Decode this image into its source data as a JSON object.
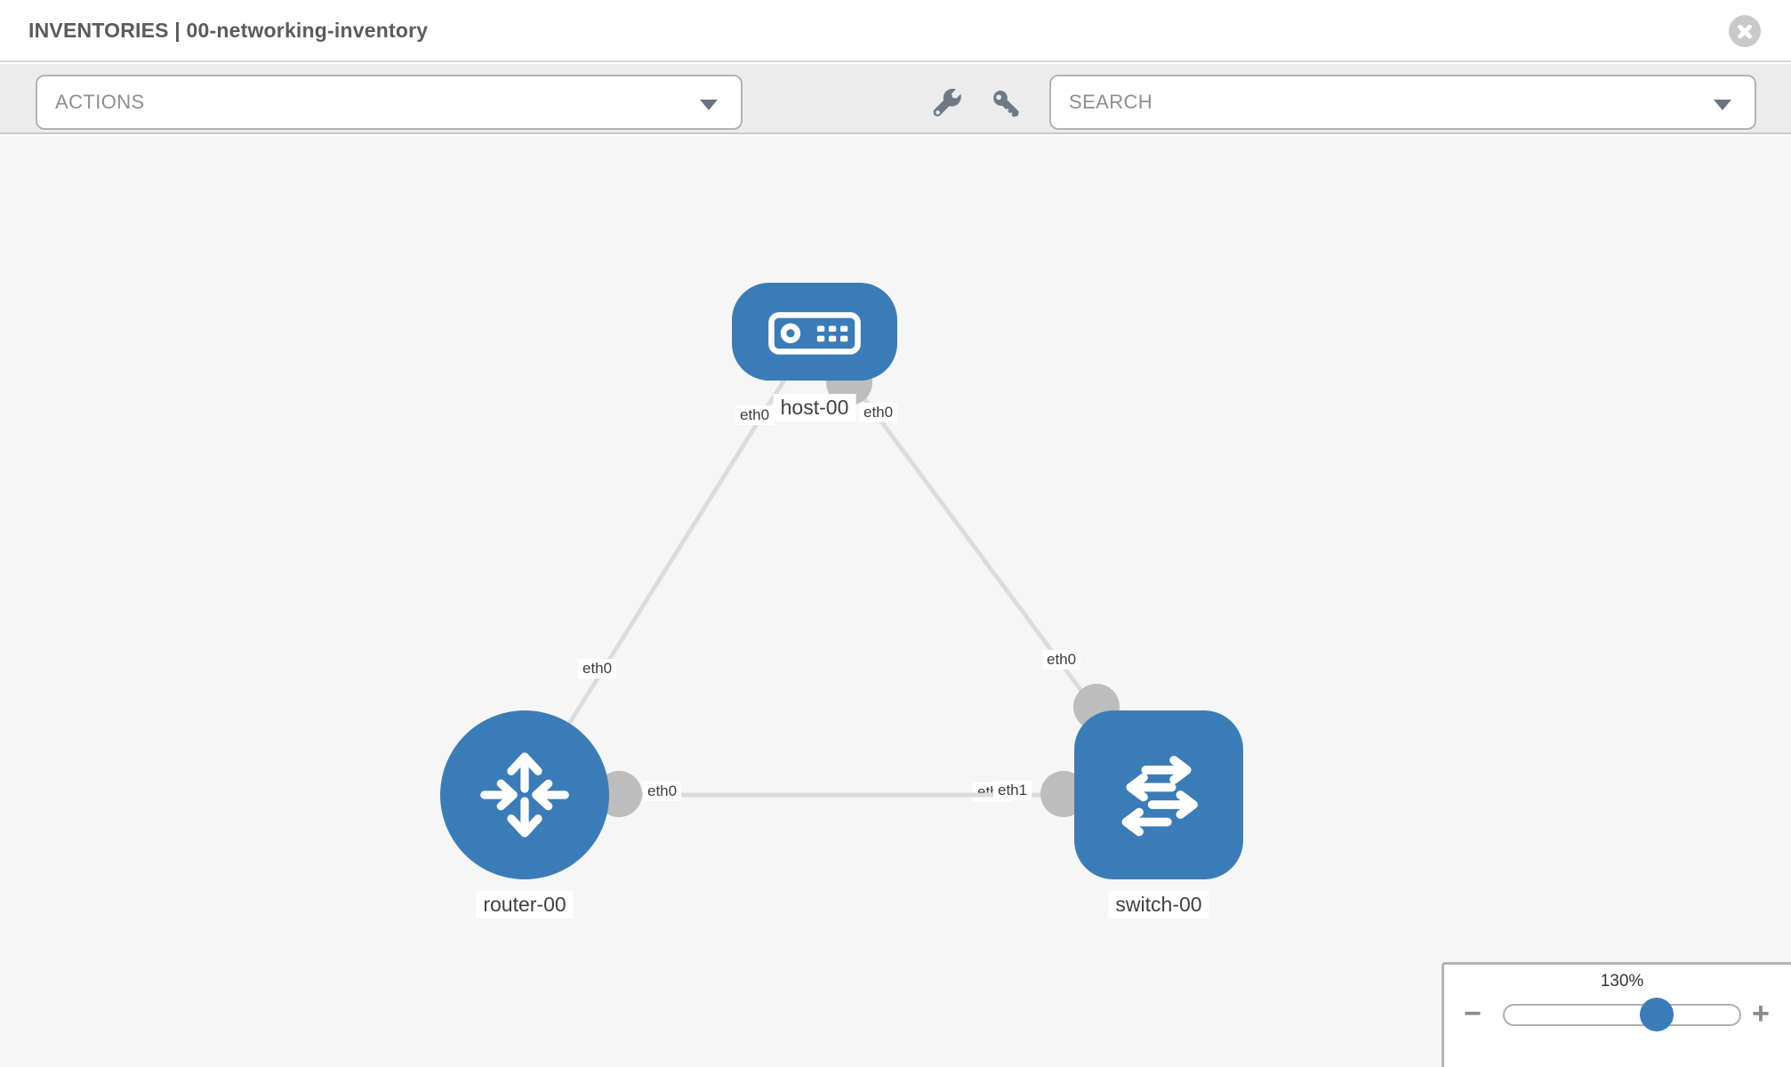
{
  "header": {
    "title": "INVENTORIES | 00-networking-inventory",
    "close_icon": "circle-x-icon"
  },
  "toolbar": {
    "actions_label": "ACTIONS",
    "search_placeholder": "SEARCH",
    "icons": [
      "wrench-icon",
      "key-icon"
    ]
  },
  "colors": {
    "node_blue": "#3A7CB8",
    "link_gray": "#DCDCDC",
    "iface_gray": "#BDBDBD",
    "canvas_bg": "#F6F6F6",
    "toolbar_bg": "#ECECEC",
    "border_gray": "#B3B3B3",
    "text_dark": "#404040",
    "text_muted": "#8E8E8E",
    "icon_slate": "#6E7B87"
  },
  "topology": {
    "nodes": [
      {
        "id": "host-00",
        "label": "host-00",
        "type": "host",
        "icon": "server-icon"
      },
      {
        "id": "router-00",
        "label": "router-00",
        "type": "router",
        "icon": "router-arrows-icon"
      },
      {
        "id": "switch-00",
        "label": "switch-00",
        "type": "switch",
        "icon": "switch-arrows-icon"
      }
    ],
    "links": [
      {
        "from": "host-00",
        "to": "router-00",
        "from_interface": "eth0",
        "to_interface": "eth0"
      },
      {
        "from": "host-00",
        "to": "switch-00",
        "from_interface": "eth0",
        "to_interface": "eth0"
      },
      {
        "from": "router-00",
        "to": "switch-00",
        "from_interface": "eth0",
        "to_interface": "eth1"
      }
    ],
    "labels": {
      "host_router_host_side": "eth0",
      "host_router_router_side": "eth0",
      "host_switch_host_side": "eth0",
      "host_switch_switch_side": "eth0",
      "router_switch_router_side": "eth0",
      "router_switch_switch_side_under": "eth1",
      "router_switch_switch_side": "eth1"
    }
  },
  "zoom_control": {
    "level": "130%",
    "minus_label": "−",
    "plus_label": "+"
  }
}
